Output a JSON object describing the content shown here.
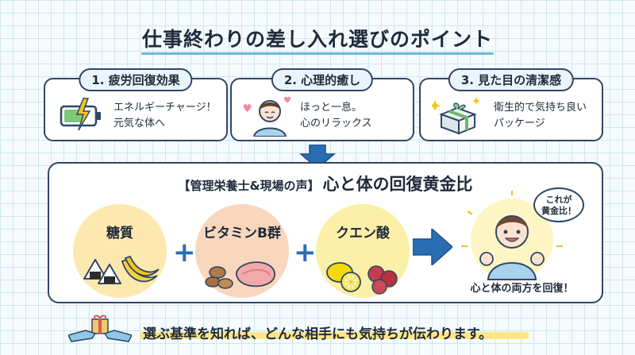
{
  "title": "仕事終わりの差し入れ選びのポイント",
  "points": [
    {
      "heading": "1. 疲労回復効果",
      "line1": "エネルギーチャージ！",
      "line2": "元気な体へ",
      "icon": "battery-charge-icon"
    },
    {
      "heading": "2. 心理的癒し",
      "line1": "ほっと一息。",
      "line2": "心のリラックス",
      "icon": "relaxed-person-icon"
    },
    {
      "heading": "3. 見た目の清潔感",
      "line1": "衛生的で気持ち良い",
      "line2": "パッケージ",
      "icon": "gift-package-icon"
    }
  ],
  "main": {
    "tag": "【管理栄養士&現場の声】",
    "heading": "心と体の回復黄金比",
    "items": [
      {
        "label": "糖質",
        "icon": "rice-ball-banana-icon",
        "color": "#fde9b0"
      },
      {
        "label": "ビタミンB群",
        "icon": "nuts-meat-icon",
        "color": "#f9d7bd"
      },
      {
        "label": "クエン酸",
        "icon": "lemon-umeboshi-icon",
        "color": "#fbf0a8"
      }
    ],
    "plus": "+",
    "bubble_line1": "これが",
    "bubble_line2": "黄金比！",
    "result": "心と体の両方を回復！"
  },
  "footer": "選ぶ基準を知れば、どんな相手にも気持ちが伝わります。",
  "colors": {
    "accent": "#2a6db3",
    "border": "#2e4766",
    "highlight": "#fde68a"
  }
}
